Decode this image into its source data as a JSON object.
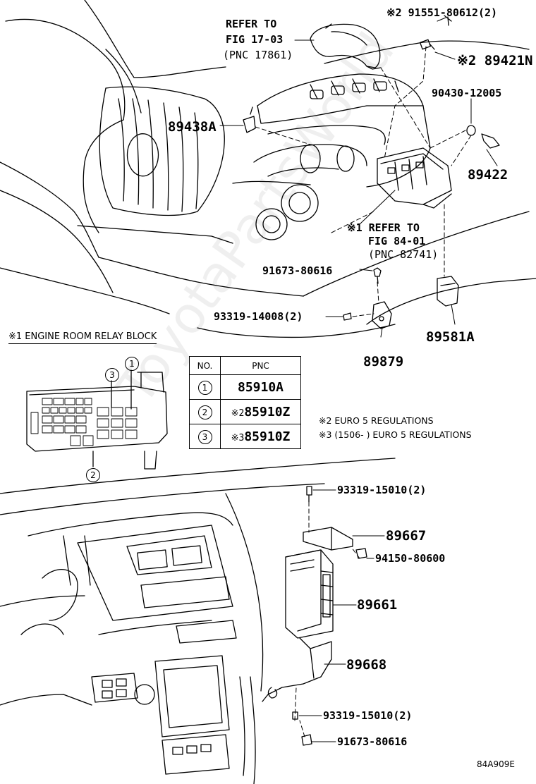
{
  "refs": {
    "refer_top_1": "REFER TO",
    "refer_top_2": "FIG 17-03",
    "refer_top_3": "(PNC 17861)",
    "refer_mid_1": "※1 REFER TO",
    "refer_mid_2": "FIG 84-01",
    "refer_mid_3": "(PNC 82741)"
  },
  "parts": {
    "p91551": "※2 91551-80612(2)",
    "p89421N": "※2 89421N",
    "p90430": "90430-12005",
    "p89438A": "89438A",
    "p89422": "89422",
    "p91673_top": "91673-80616",
    "p93319_14008": "93319-14008(2)",
    "p89581A": "89581A",
    "p89879": "89879",
    "p93319_15010_a": "93319-15010(2)",
    "p89667": "89667",
    "p94150": "94150-80600",
    "p89661": "89661",
    "p89668": "89668",
    "p93319_15010_b": "93319-15010(2)",
    "p91673_bot": "91673-80616"
  },
  "legend": {
    "relay_block": "※1  ENGINE ROOM RELAY BLOCK",
    "note2": "※2  EURO 5 REGULATIONS",
    "note3": "※3  (1506-        ) EURO 5 REGULATIONS"
  },
  "table": {
    "header_no": "NO.",
    "header_pnc": "PNC",
    "rows": [
      {
        "no": "1",
        "prefix": "",
        "pnc": "85910A"
      },
      {
        "no": "2",
        "prefix": "※2",
        "pnc": "85910Z"
      },
      {
        "no": "3",
        "prefix": "※3",
        "pnc": "85910Z"
      }
    ]
  },
  "callouts": {
    "c1": "1",
    "c2": "2",
    "c3": "3"
  },
  "figure_code": "84A909E",
  "watermark": "ToyotaPartsWorld"
}
